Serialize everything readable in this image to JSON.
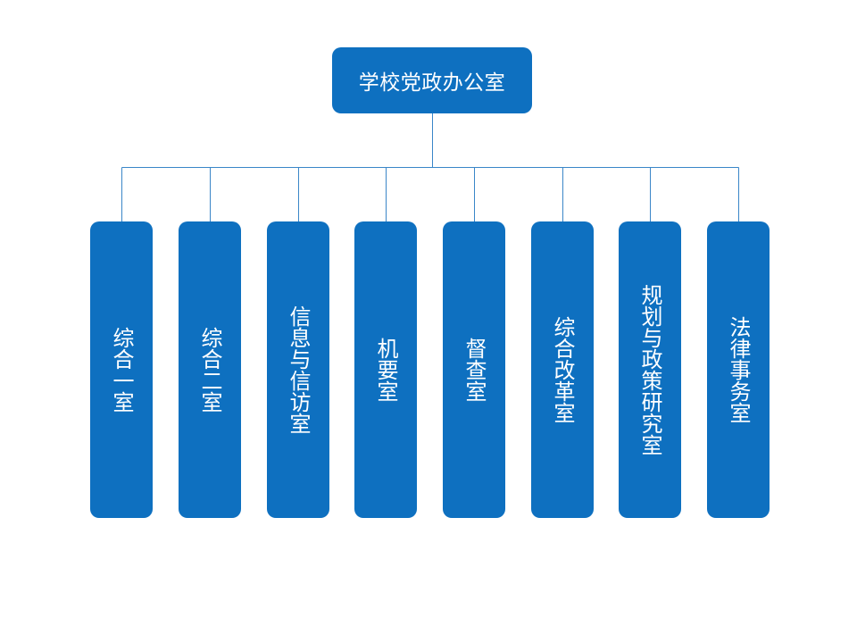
{
  "org_chart": {
    "root": {
      "label": "学校党政办公室"
    },
    "departments": [
      {
        "label": "综合一室"
      },
      {
        "label": "综合二室"
      },
      {
        "label": "信息与信访室"
      },
      {
        "label": "机要室"
      },
      {
        "label": "督查室"
      },
      {
        "label": "综合改革室"
      },
      {
        "label": "规划与政策研究室"
      },
      {
        "label": "法律事务室"
      }
    ]
  },
  "colors": {
    "box_fill": "#0e70c0",
    "box_text": "#ffffff",
    "connector": "#3a86c8"
  }
}
